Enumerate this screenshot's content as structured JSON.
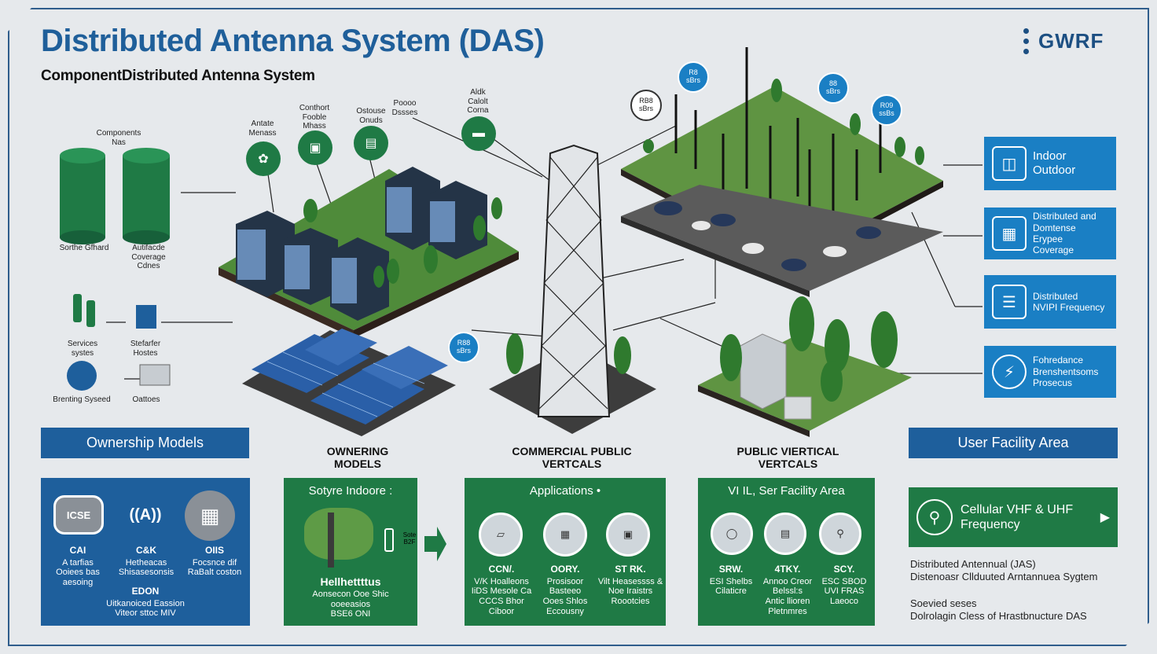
{
  "header": {
    "title": "Distributed Antenna System (DAS)",
    "subtitle": "ComponentDistributed Antenna System",
    "logo": "GWRF"
  },
  "left_components": {
    "caption_top": "Components\nNas",
    "tank1_label": "Sorthe Gfhard",
    "tank2_label": "Autifacde\nCoverage\nCdnes",
    "device1_label": "Services\nsystes",
    "device2_label": "Stefarfer\nHostes",
    "device3_label": "Brenting Syseed",
    "device4_label": "Oattoes"
  },
  "city_labels": {
    "l1": "Antate\nMenass",
    "l2": "Conthort\nFooble\nMhass",
    "l3": "Ostouse\nOnuds",
    "l4": "Poooo\nDssses",
    "l5": "Aldk\nCalolt\nCorna"
  },
  "badges": {
    "b1": "R8\nsBrs",
    "b2": "88\nsBrs",
    "b3": "R09\nssBs",
    "b4": "RB8\nsBrs",
    "b5": "R88\nsBrs"
  },
  "right_boxes": [
    {
      "icon": "devices-icon",
      "text": "Indoor\nOutdoor"
    },
    {
      "icon": "building-icon",
      "text": "Distributed and\nDomtense Erypee\nCoverage"
    },
    {
      "icon": "database-icon",
      "text": "Distributed\nNVIPI Frequency"
    },
    {
      "icon": "bolt-icon",
      "text": "Fohredance\nBrenshentsoms\nProsecus"
    }
  ],
  "headers": {
    "ownership": "Ownership Models",
    "owning": "OWNERING\nMODELS",
    "commercial": "COMMERCIAL PUBLIC\nVERTCALS",
    "public": "PUBLIC VIERTICAL\nVERTCALS",
    "user_facility": "User Facility Area"
  },
  "panel_ownership": {
    "icons": [
      "ICSE",
      "((A))",
      "▦"
    ],
    "cols": [
      {
        "head": "CAI",
        "body": "A tarfias\nOoiees bas\naesoing"
      },
      {
        "head": "C&K",
        "body": "Hetheacas\nShisasesonsis"
      },
      {
        "head": "OIIS",
        "body": "Focsnce dif\nRaBalt coston"
      }
    ],
    "bottom_head": "EDON",
    "bottom_body": "Uitkanoiced Eassion\nViteor sttoc MIV"
  },
  "panel_source": {
    "title": "Sotyre Indoore :",
    "side": "Sote\nB2F",
    "head": "Hellhettttus",
    "body": "Aonsecon Ooe Shic\nooeeasios\nBSE6 ONI"
  },
  "panel_applications": {
    "title": "Applications •",
    "cols": [
      {
        "head": "CCN/.",
        "body": "V/K Hoalleons\nIiDS Mesole Ca\nCCCS Bhor\nCiboor"
      },
      {
        "head": "OORY.",
        "body": "Prosisoor\nBasteeo\nOoes Shlos\nEccousny"
      },
      {
        "head": "ST RK.",
        "body": "Vilt Heasessss &\nNoe Iraistrs\nRoootcies"
      }
    ]
  },
  "panel_facility": {
    "title": "VI  IL, Ser Facility Area",
    "cols": [
      {
        "head": "SRW.",
        "body": "ESI Shelbs\nCilaticre"
      },
      {
        "head": "4TKY.",
        "body": "Annoo Creor\nBelssl:s\nAntic llioren\nPletnmres"
      },
      {
        "head": "SCY.",
        "body": "ESC SBOD\nUVI FRAS\nLaeoco"
      }
    ]
  },
  "cellular_box": {
    "text": "Cellular VHF & UHF\nFrequency"
  },
  "side_notes": {
    "n1": "Distributed Antennual (JAS)\nDistenoasr Cllduuted Arntannuea Sygtem",
    "n2": "Soevied seses\nDolrolagin Cless of Hrastbnucture DAS"
  },
  "colors": {
    "title": "#1f5f9a",
    "green": "#1f7a45",
    "blue": "#1e5f9c",
    "accent_blue": "#1a7fc4"
  }
}
